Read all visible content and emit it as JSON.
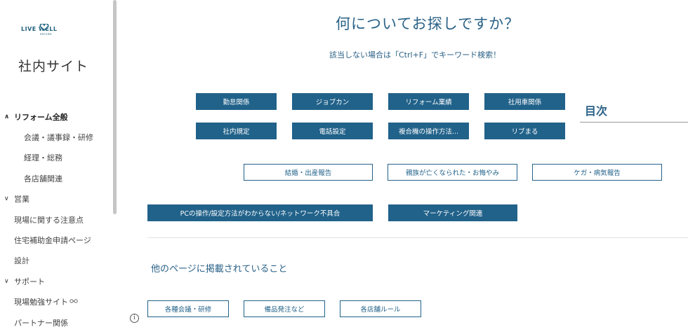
{
  "logo": {
    "brand": "LIVE WELL",
    "sub": "REFORM"
  },
  "sidebar": {
    "site_title": "社内サイト",
    "items": [
      {
        "label": "リフォーム全般",
        "chevron": "∧",
        "bold": true
      },
      {
        "label": "会議・議事録・研修"
      },
      {
        "label": "経理・総務"
      },
      {
        "label": "各店舗関連"
      },
      {
        "label": "営業",
        "chevron": "∨"
      },
      {
        "label": "現場に関する注意点"
      },
      {
        "label": "住宅補助金申請ページ"
      },
      {
        "label": "設計"
      },
      {
        "label": "サポート",
        "chevron": "∨"
      },
      {
        "label": "現場勉強サイト"
      },
      {
        "label": "パートナー関係"
      }
    ]
  },
  "main": {
    "title": "何についてお探しですか？",
    "subtitle": "該当しない場合は「Ctrl+F」でキーワード検索！",
    "row1": [
      "勤怠関係",
      "ジョブカン",
      "リフォーム業績",
      "社用車関係"
    ],
    "row2": [
      "社内規定",
      "電話設定",
      "複合機の操作方法...",
      "リブまる"
    ],
    "row3": [
      "結婚・出産報告",
      "親族が亡くなられた・お悔やみ",
      "ケガ・病気報告"
    ],
    "row4": [
      "PCの操作/設定方法がわからない/ネットワーク不具合",
      "マーケティング関連"
    ],
    "section_title": "他のページに掲載されていること",
    "row5": [
      "各種会議・研修",
      "備品発注など",
      "各店舗ルール"
    ]
  },
  "toc": {
    "title": "目次"
  },
  "colors": {
    "primary": "#21628a",
    "text_blue": "#2a6187"
  },
  "icons": {
    "info": "info-icon",
    "glasses": "glasses-icon",
    "heart": "heart-icon"
  }
}
